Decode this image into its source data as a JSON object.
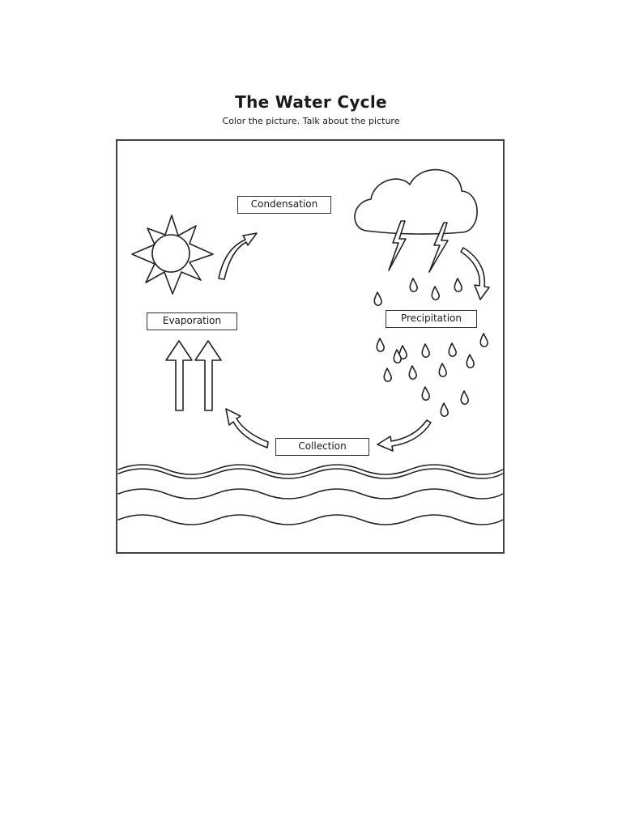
{
  "title": "The Water Cycle",
  "subtitle": "Color the picture. Talk about the picture",
  "diagram": {
    "labels": {
      "condensation": "Condensation",
      "evaporation": "Evaporation",
      "precipitation": "Precipitation",
      "collection": "Collection"
    },
    "icons": [
      "sun-icon",
      "cloud-icon",
      "lightning-icon",
      "raindrop-icon",
      "wave-icon",
      "arrow-icon"
    ],
    "colors": {
      "line": "#222222",
      "background": "#ffffff"
    }
  }
}
